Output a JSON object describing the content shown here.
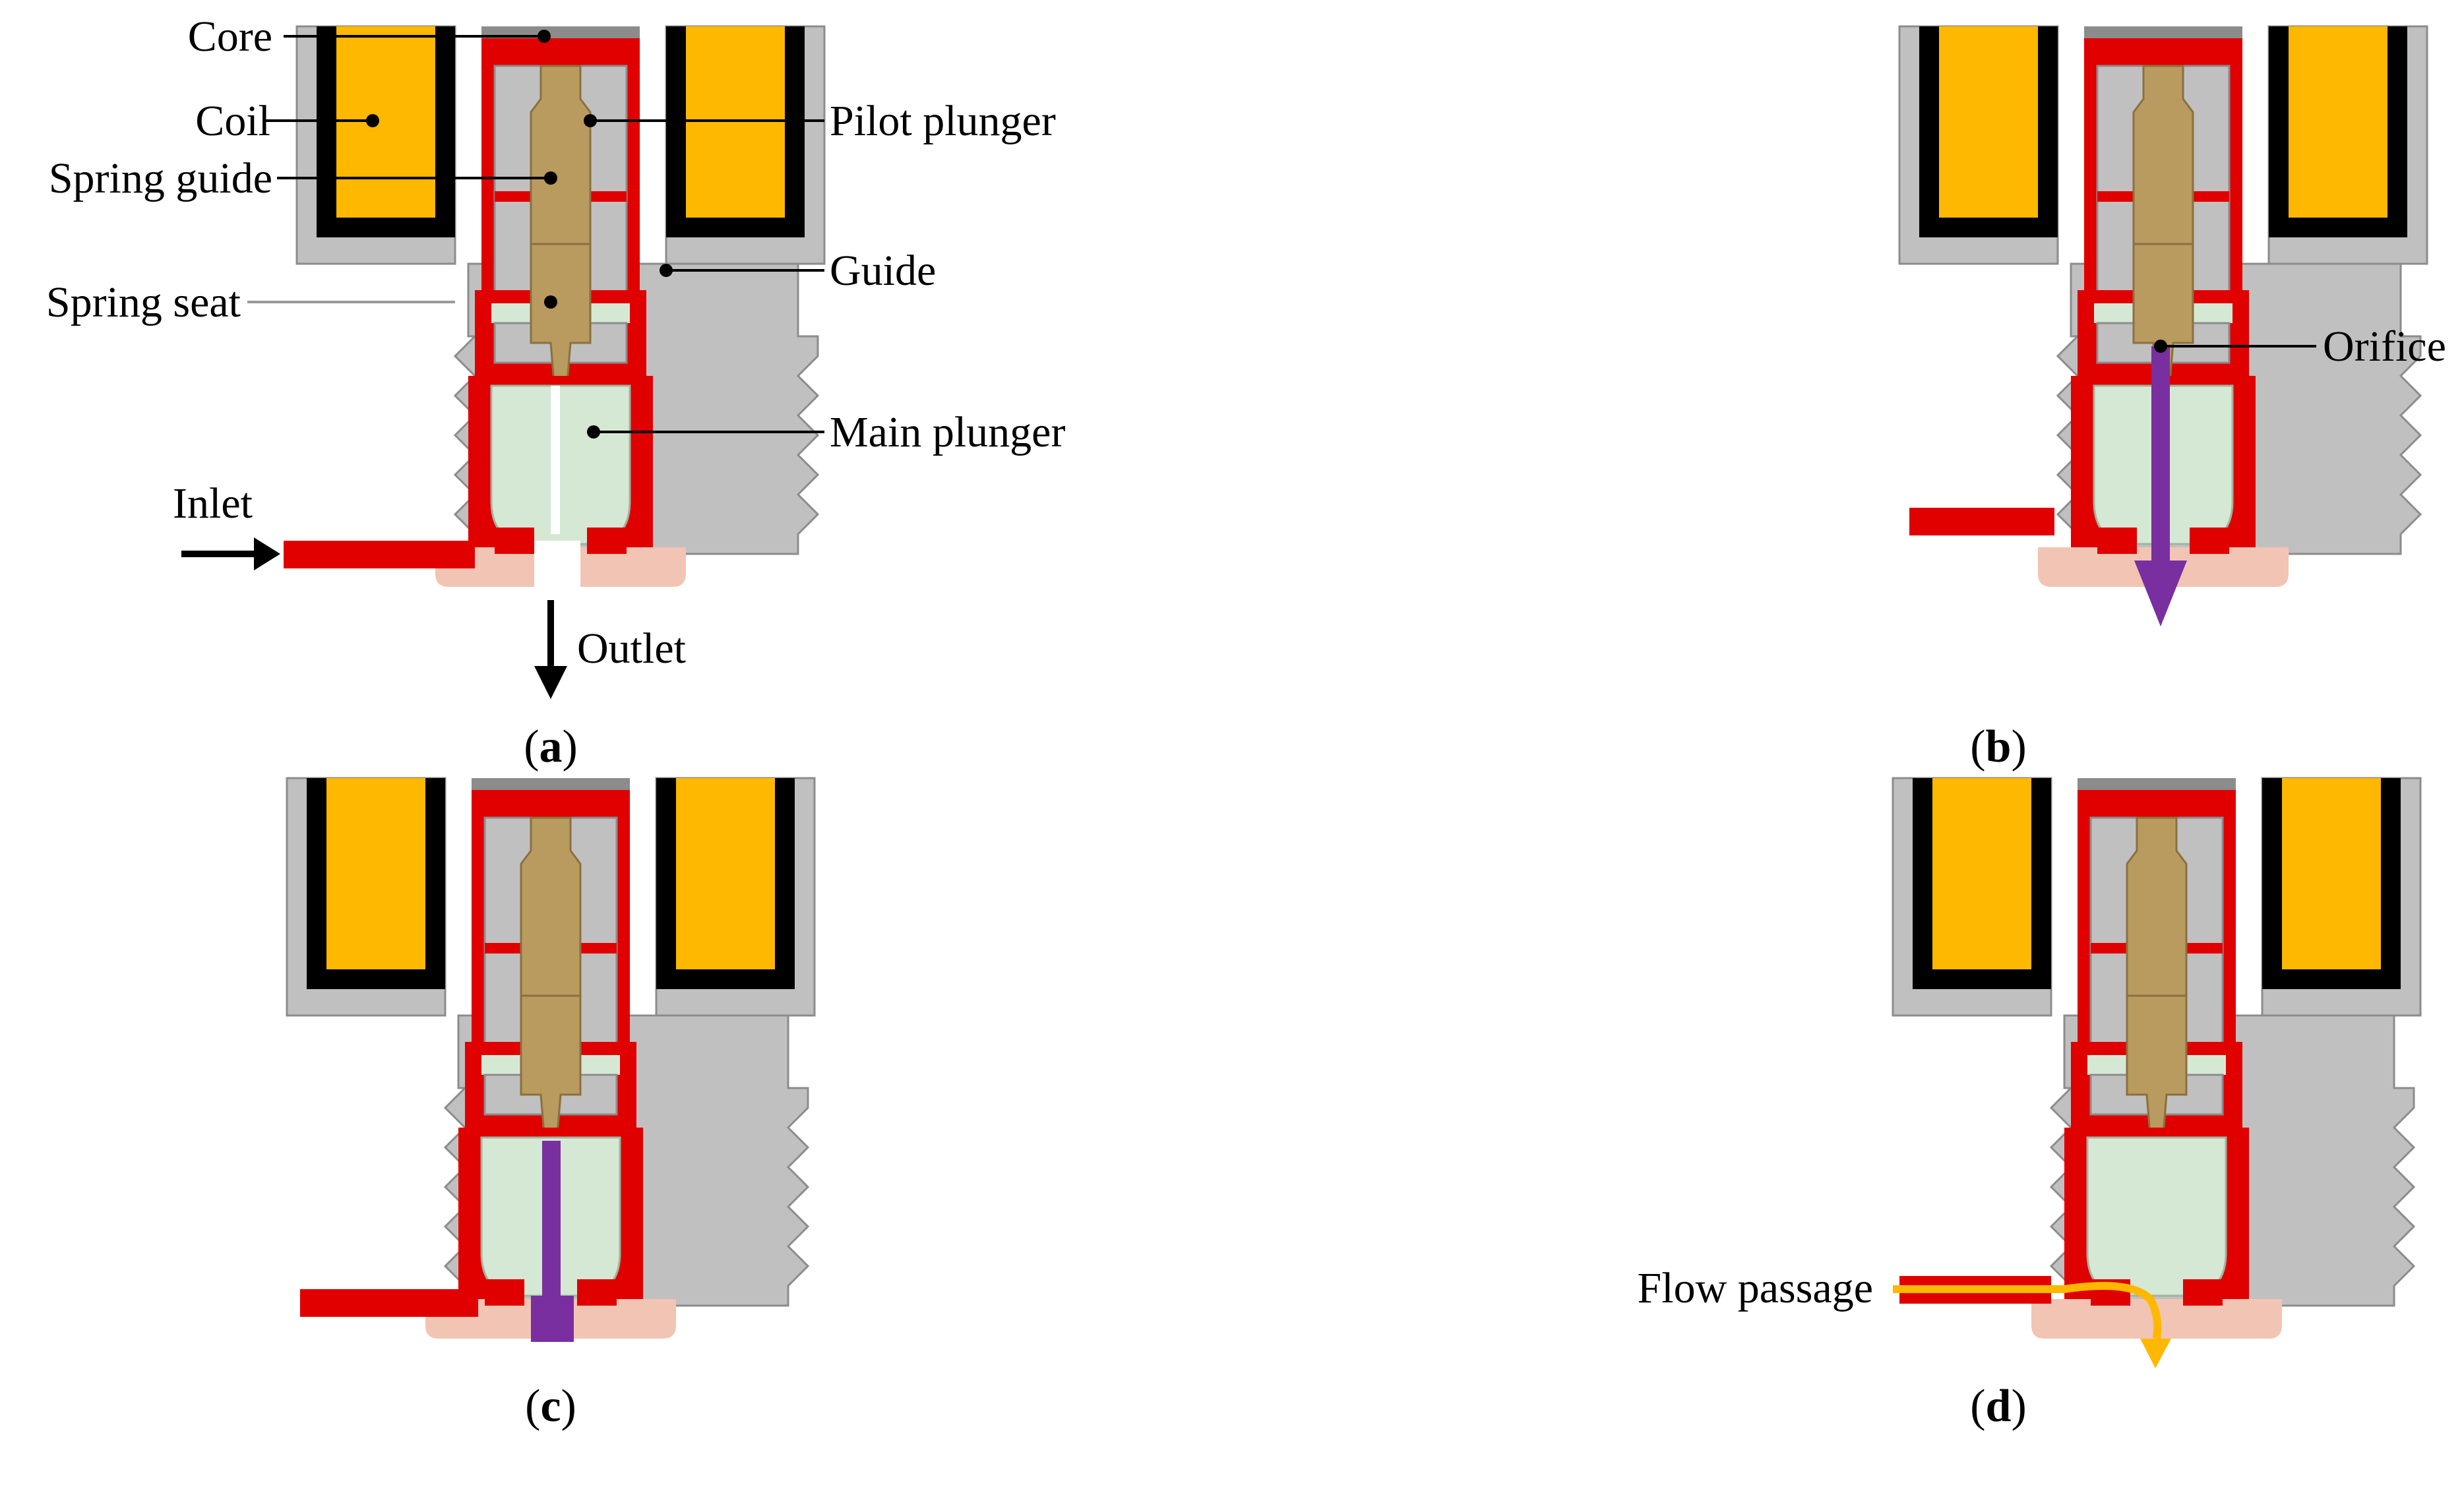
{
  "figure": {
    "panel_a": {
      "caption": {
        "open": "(",
        "letter": "a",
        "close": ")"
      },
      "labels": {
        "core": "Core",
        "coil": "Coil",
        "spring_guide": "Spring guide",
        "spring_seat": "Spring seat",
        "pilot_plunger": "Pilot plunger",
        "guide": "Guide",
        "main_plunger": "Main plunger",
        "inlet": "Inlet",
        "outlet": "Outlet"
      }
    },
    "panel_b": {
      "caption": {
        "open": "(",
        "letter": "b",
        "close": ")"
      },
      "labels": {
        "orifice": "Orifice"
      }
    },
    "panel_c": {
      "caption": {
        "open": "(",
        "letter": "c",
        "close": ")"
      }
    },
    "panel_d": {
      "caption": {
        "open": "(",
        "letter": "d",
        "close": ")"
      },
      "labels": {
        "flow_passage": "Flow passage"
      }
    }
  },
  "colors": {
    "coil": "#FFB800",
    "coil_can": "#000000",
    "housing": "#C0C0C0",
    "fluid": "#E00000",
    "main_plunger": "#D5E8D4",
    "pilot_plunger": "#B99A5F",
    "seat": "#F2C4B4",
    "pilot_flow": "#7A2FA0",
    "main_flow": "#FFB800"
  }
}
